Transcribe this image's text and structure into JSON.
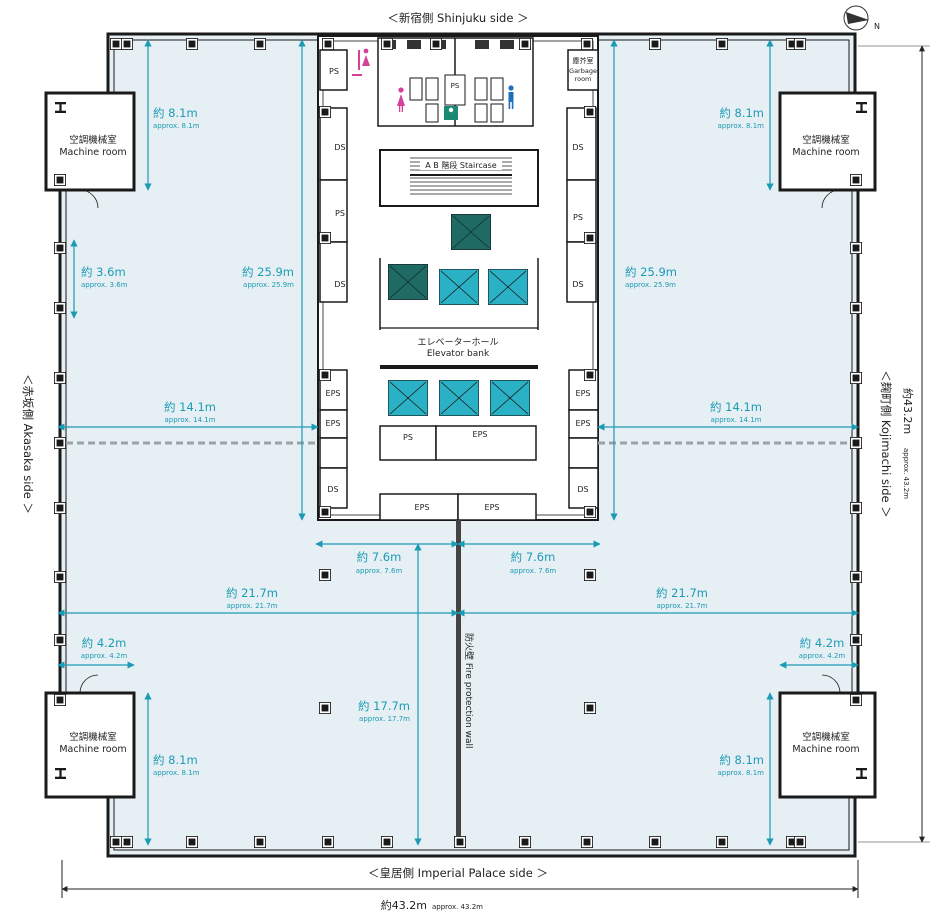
{
  "sides": {
    "top": "＜新宿側 Shinjuku side ＞",
    "bottom": "＜皇居側 Imperial Palace side ＞",
    "left": "＜赤坂側 Akasaka side ＞",
    "right": "＜麹町側 Kojimachi side ＞"
  },
  "compass": {
    "north": "N"
  },
  "rooms": {
    "machine_jp": "空調機械室",
    "machine_en": "Machine room",
    "garbage_jp": "塵芥室",
    "garbage_en1": "Garbage",
    "garbage_en2": "room",
    "staircase": "A  B 階段 Staircase",
    "elevator_jp": "エレベーターホール",
    "elevator_en": "Elevator bank",
    "fire_wall": "防火壁 Fire protection wall",
    "ps": "PS",
    "ds": "DS",
    "eps": "EPS"
  },
  "dimensions": {
    "d8_1": {
      "main": "約 8.1m",
      "sub": "approx. 8.1m"
    },
    "d3_6": {
      "main": "約 3.6m",
      "sub": "approx. 3.6m"
    },
    "d25_9": {
      "main": "約 25.9m",
      "sub": "approx. 25.9m"
    },
    "d14_1": {
      "main": "約 14.1m",
      "sub": "approx. 14.1m"
    },
    "d7_6": {
      "main": "約 7.6m",
      "sub": "approx. 7.6m"
    },
    "d21_7": {
      "main": "約 21.7m",
      "sub": "approx. 21.7m"
    },
    "d4_2": {
      "main": "約 4.2m",
      "sub": "approx. 4.2m"
    },
    "d17_7": {
      "main": "約 17.7m",
      "sub": "approx. 17.7m"
    },
    "d43_2": {
      "main": "約43.2m",
      "sub": "approx. 43.2m"
    }
  },
  "colors": {
    "floor": "#e6eff3",
    "wall": "#1a1a1a",
    "dimension": "#1c9bb5",
    "elevator_teal": "#2bb1c6",
    "elevator_dark": "#1f6a63",
    "male": "#1e6fc0",
    "female": "#d4409a"
  }
}
